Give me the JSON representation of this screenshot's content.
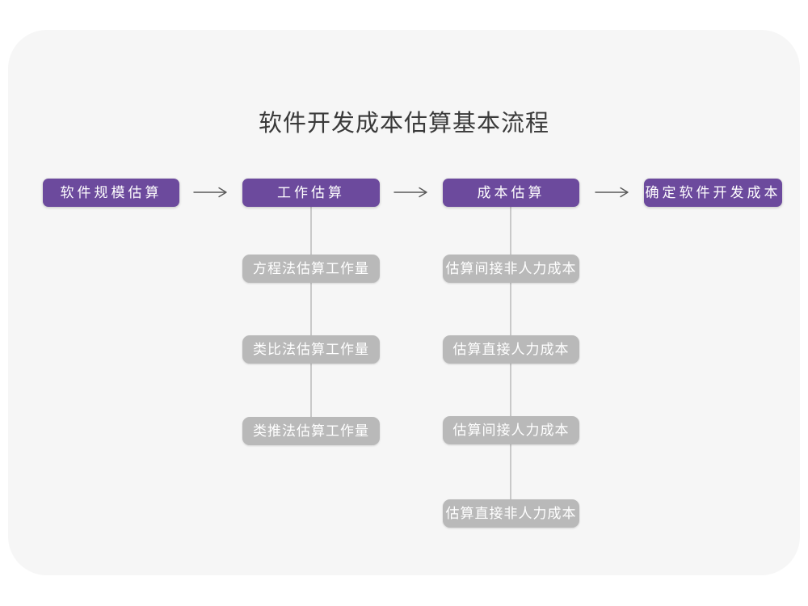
{
  "title": "软件开发成本估算基本流程",
  "colors": {
    "page_bg": "#ffffff",
    "card_bg": "#f6f6f6",
    "primary": "#6c4a9d",
    "node_gray": "#b9b9b9",
    "node_text": "#ffffff",
    "connector": "#c9c9c9",
    "arrow": "#595959",
    "title_text": "#3a3a3a"
  },
  "flow": {
    "main_steps": [
      {
        "label": "软件规模估算"
      },
      {
        "label": "工作估算"
      },
      {
        "label": "成本估算"
      },
      {
        "label": "确定软件开发成本"
      }
    ],
    "work_estimation_methods": [
      {
        "label": "方程法估算工作量"
      },
      {
        "label": "类比法估算工作量"
      },
      {
        "label": "类推法估算工作量"
      }
    ],
    "cost_estimation_steps": [
      {
        "label": "估算间接非人力成本"
      },
      {
        "label": "估算直接人力成本"
      },
      {
        "label": "估算间接人力成本"
      },
      {
        "label": "估算直接非人力成本"
      }
    ]
  }
}
